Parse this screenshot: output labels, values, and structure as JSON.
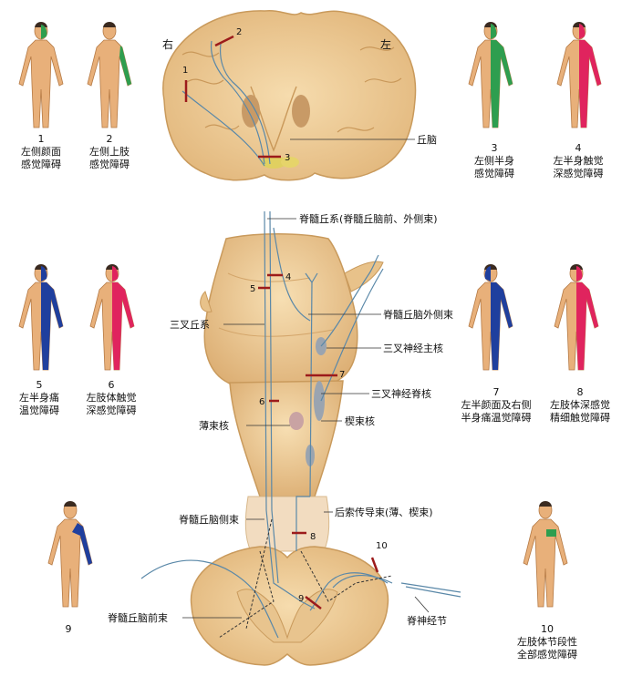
{
  "sides": {
    "right": "右",
    "left": "左"
  },
  "figures": [
    {
      "num": "1",
      "line1": "左侧颜面",
      "line2": "感觉障碍",
      "color": "#2e9e4f"
    },
    {
      "num": "2",
      "line1": "左侧上肢",
      "line2": "感觉障碍",
      "color": "#2e9e4f"
    },
    {
      "num": "3",
      "line1": "左侧半身",
      "line2": "感觉障碍",
      "color": "#2e9e4f"
    },
    {
      "num": "4",
      "line1": "左半身触觉",
      "line2": "深感觉障碍",
      "color": "#e0245e"
    },
    {
      "num": "5",
      "line1": "左半身痛",
      "line2": "温觉障碍",
      "color": "#1f3f9e"
    },
    {
      "num": "6",
      "line1": "左肢体触觉",
      "line2": "深感觉障碍",
      "color": "#e0245e"
    },
    {
      "num": "7",
      "line1": "左半颜面及右侧",
      "line2": "半身痛温觉障碍",
      "color": "#1f3f9e"
    },
    {
      "num": "8",
      "line1": "左肢体深感觉",
      "line2": "精细触觉障碍",
      "color": "#e0245e"
    },
    {
      "num": "9",
      "line1": "",
      "line2": "",
      "color": "#1f3f9e"
    },
    {
      "num": "10",
      "line1": "左肢体节段性",
      "line2": "全部感觉障碍",
      "color": "#2e9e4f"
    }
  ],
  "labels": {
    "thalamus": "丘脑",
    "spinothalamic_system": "脊髓丘系(脊髓丘脑前、外侧束)",
    "lateral_spinothalamic": "脊髓丘脑外侧束",
    "trigeminal_lemniscus": "三叉丘系",
    "trigeminal_principal": "三叉神经主核",
    "trigeminal_spinal": "三叉神经脊核",
    "gracile_nucleus": "薄束核",
    "cuneate_nucleus": "楔束核",
    "posterior_column": "后索传导束(薄、楔束)",
    "spinothalamic_lateral_tract": "脊髓丘脑侧束",
    "spinothalamic_anterior_tract": "脊髓丘脑前束",
    "spinal_ganglion": "脊神经节"
  },
  "lesion_nums": [
    "1",
    "2",
    "3",
    "4",
    "5",
    "6",
    "7",
    "8",
    "9",
    "10"
  ],
  "colors": {
    "tissue": "#f0d3a0",
    "tissue_dark": "#d9ae72",
    "skin": "#e8b07a",
    "lesion": "#9c1b1b",
    "nerve": "#5a88a8"
  }
}
